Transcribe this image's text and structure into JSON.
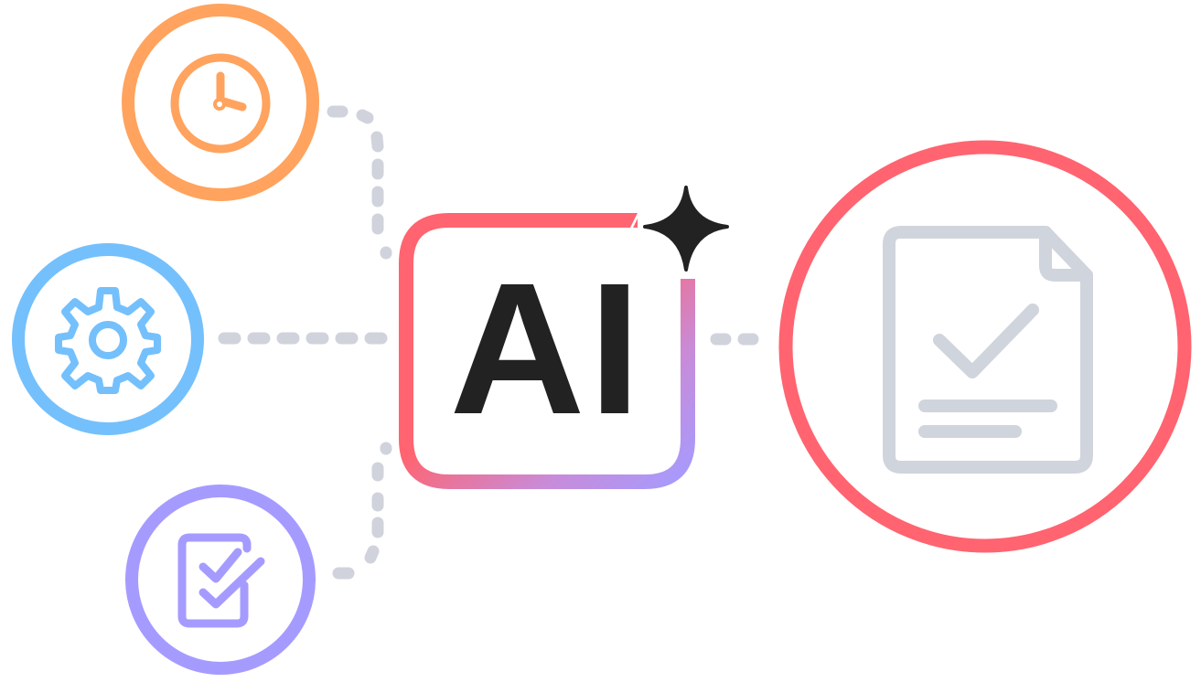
{
  "diagram": {
    "center_label": "AI",
    "nodes": [
      {
        "id": "clock",
        "icon": "clock-icon",
        "color": "#FFA35E"
      },
      {
        "id": "gear",
        "icon": "gear-icon",
        "color": "#74C0FC"
      },
      {
        "id": "checklist",
        "icon": "checklist-icon",
        "color": "#A59BFF"
      },
      {
        "id": "document",
        "icon": "document-check-icon",
        "color": "#FF6470"
      }
    ],
    "connector_color": "#D0D3DC",
    "center_border_gradient": [
      "#FF6470",
      "#A59BFF"
    ],
    "sparkle_color": "#222222",
    "document_icon_color": "#D0D4DC"
  }
}
